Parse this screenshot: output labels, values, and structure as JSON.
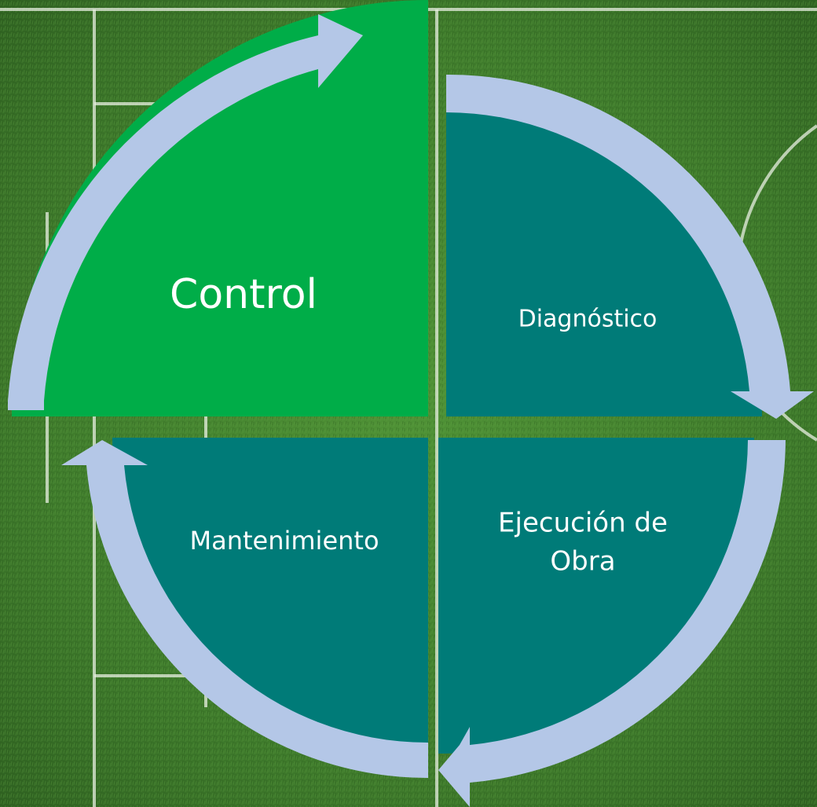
{
  "cycle": {
    "quadrants": [
      {
        "id": "control",
        "label": "Control",
        "fill": "#00ad48"
      },
      {
        "id": "diagnostico",
        "label": "Diagnóstico",
        "fill": "#007b78"
      },
      {
        "id": "ejecucion",
        "label_line1": "Ejecución de",
        "label_line2": "Obra",
        "fill": "#007b78"
      },
      {
        "id": "mantenimiento",
        "label": "Mantenimiento",
        "fill": "#007b78"
      }
    ],
    "arrow_color": "#b4c7e7",
    "background": {
      "grass": "#3f7a2c",
      "field_lines": "#e8efe2"
    }
  }
}
